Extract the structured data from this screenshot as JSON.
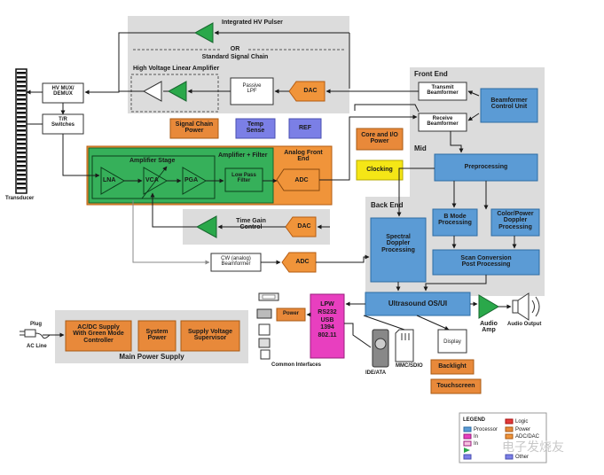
{
  "colors": {
    "processor": "#5b9bd5",
    "processor_border": "#2e6da4",
    "power": "#e8893a",
    "logic": "#e23b3b",
    "interface": "#e83fbf",
    "amplifier": "#2aa84a",
    "clock": "#f5e616",
    "temp": "#7b7fe6",
    "gray_panel": "#dcdcdc",
    "afe_orange": "#f0943a",
    "afe_green": "#36b05a"
  },
  "labels": {
    "integrated_hv_pulser": "Integrated HV Pulser",
    "or": "OR",
    "standard_signal_chain": "Standard Signal Chain",
    "hv_linear_amp": "High Voltage Linear Amplifier",
    "passive_lpf": "Passive\nLPF",
    "dac_top": "DAC",
    "hv_mux": "HV MUX/\nDEMUX",
    "tr_switches": "T/R\nSwitches",
    "transducer": "Transducer",
    "signal_chain_power": "Signal Chain\nPower",
    "temp_sense": "Temp\nSense",
    "ref": "REF",
    "front_end": "Front End",
    "transmit_beamformer": "Transmit\nBeamformer",
    "receive_beamformer": "Receive\nBeamformer",
    "beamformer_control": "Beamformer\nControl Unit",
    "core_io_power": "Core and I/O\nPower",
    "clocking": "Clocking",
    "mid": "Mid",
    "preprocessing": "Preprocessing",
    "amplifier_stage": "Amplifier Stage",
    "amplifier_filter": "Amplifier + Filter",
    "analog_front_end": "Analog Front\nEnd",
    "lna": "LNA",
    "vca": "VCA",
    "pga": "PGA",
    "low_pass_filter": "Low Pass\nFilter",
    "adc_afe": "ADC",
    "back_end": "Back End",
    "time_gain_control": "Time Gain\nControl",
    "dac_tgc": "DAC",
    "spectral_doppler": "Spectral\nDoppler\nProcessing",
    "b_mode": "B Mode\nProcessing",
    "color_power_doppler": "Color/Power\nDoppler\nProcessing",
    "cw_beamformer": "CW (analog)\nBeamformer",
    "adc_cw": "ADC",
    "scan_conversion": "Scan Conversion\nPost Processing",
    "ultrasound_os": "Ultrasound OS/UI",
    "audio_amp": "Audio\nAmp",
    "audio_output": "Audio Output",
    "power_small": "Power",
    "interfaces_list": "LPW\nRS232\nUSB\n1394\n802.11",
    "common_interfaces": "Common Interfaces",
    "ide_ata": "IDE/ATA",
    "mmc_sdio": "MMC/SDIO",
    "display": "Display",
    "backlight": "Backlight",
    "touchscreen": "Touchscreen",
    "plug": "Plug",
    "ac_line": "AC Line",
    "acdc_supply": "AC/DC Supply\nWith Green Mode\nController",
    "system_power": "System\nPower",
    "supply_voltage": "Supply Voltage\nSupervisor",
    "main_power_supply": "Main Power Supply"
  },
  "legend": {
    "title": "LEGEND",
    "processor": "Processor",
    "logic": "Logic",
    "power": "Power",
    "adc_dac": "ADC/DAC",
    "other": "Other",
    "in1": "In",
    "in2": "In"
  },
  "watermark": "电子发烧友"
}
